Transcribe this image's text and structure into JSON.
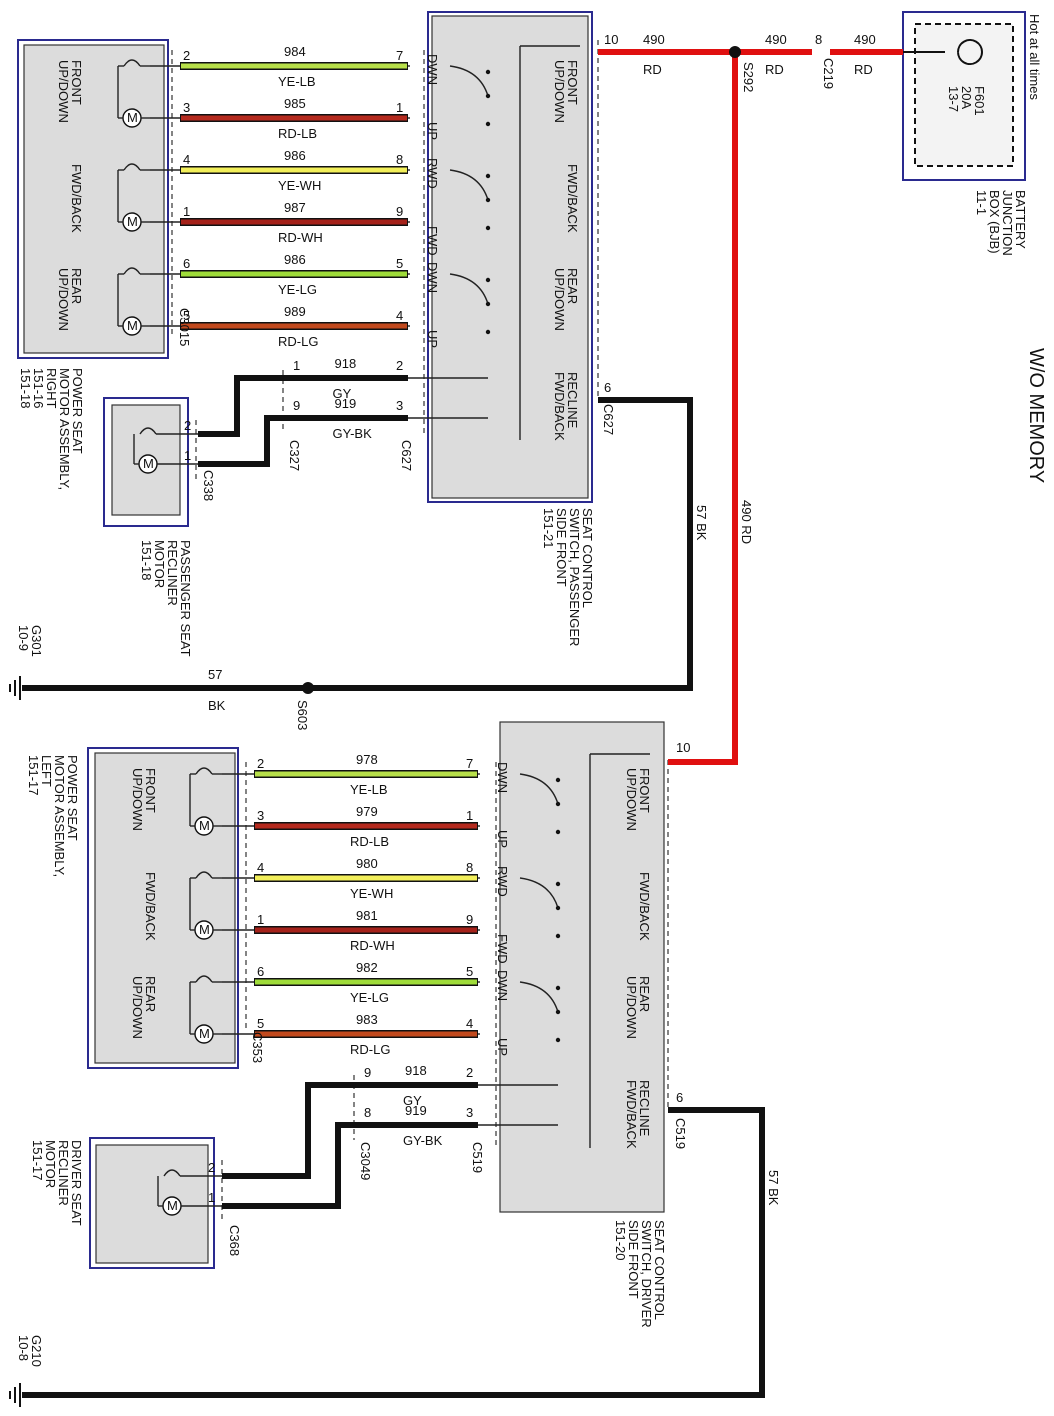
{
  "title": "W/O MEMORY",
  "hot_at_all_times": "Hot at all times",
  "bjb": {
    "fuse": "F601",
    "amp": "20A",
    "ref": "13-7",
    "line1": "BATTERY",
    "line2": "JUNCTION",
    "line3": "BOX (BJB)",
    "line4": "11-1"
  },
  "feed": {
    "wire": "490",
    "color": "RD",
    "pin_switch": "10",
    "pin_c219": "8",
    "c219": "C219",
    "splice": "S292",
    "vert_label": "490   RD"
  },
  "ground_p": {
    "wire": "57",
    "color": "BK",
    "vert_label": "57   BK",
    "splice": "S603",
    "gnd": "G301",
    "gnd_ref": "10-9",
    "pin": "6",
    "conn": "C627"
  },
  "ground_d": {
    "vert_label": "57   BK",
    "gnd": "G210",
    "gnd_ref": "10-8",
    "pin": "6",
    "conn": "C519"
  },
  "passenger": {
    "switch_label": [
      "SEAT CONTROL",
      "SWITCH, PASSENGER",
      "SIDE FRONT",
      "151-21"
    ],
    "motor_label": [
      "POWER SEAT",
      "MOTOR ASSEMBLY,",
      "RIGHT",
      "151-16",
      "151-18"
    ],
    "motor_conn": "C3015",
    "groups": [
      "FRONT\nUP/DOWN",
      "FWD/BACK",
      "REAR\nUP/DOWN"
    ],
    "switch_groups": [
      "FRONT\nUP/DOWN",
      "FWD/BACK",
      "REAR\nUP/DOWN",
      "RECLINE\nFWD/BACK"
    ],
    "dir_labels": [
      "DWN",
      "UP",
      "RWD",
      "FWD",
      "DWN",
      "UP"
    ],
    "wires": [
      {
        "num": "984",
        "color": "YE-LB",
        "lpin": "2",
        "rpin": "7",
        "hex": "#b8e04a"
      },
      {
        "num": "985",
        "color": "RD-LB",
        "lpin": "3",
        "rpin": "1",
        "hex": "#b52a1e"
      },
      {
        "num": "986",
        "color": "YE-WH",
        "lpin": "4",
        "rpin": "8",
        "hex": "#f2ef5a"
      },
      {
        "num": "987",
        "color": "RD-WH",
        "lpin": "1",
        "rpin": "9",
        "hex": "#a5221a"
      },
      {
        "num": "986",
        "color": "YE-LG",
        "lpin": "6",
        "rpin": "5",
        "hex": "#9fdc3a"
      },
      {
        "num": "989",
        "color": "RD-LG",
        "lpin": "5",
        "rpin": "4",
        "hex": "#c24a1e"
      }
    ],
    "recliner": {
      "label": [
        "PASSENGER SEAT",
        "RECLINER",
        "MOTOR",
        "151-18"
      ],
      "conn": "C338",
      "mid_conn": "C327",
      "sw_conn": "C627",
      "wires": [
        {
          "num": "918",
          "color": "GY",
          "mpin": "2",
          "cpin": "1",
          "rpin": "2"
        },
        {
          "num": "919",
          "color": "GY-BK",
          "mpin": "1",
          "cpin": "9",
          "rpin": "3"
        }
      ]
    }
  },
  "driver": {
    "switch_label": [
      "SEAT CONTROL",
      "SWITCH, DRIVER",
      "SIDE FRONT",
      "151-20"
    ],
    "motor_label": [
      "POWER SEAT",
      "MOTOR ASSEMBLY,",
      "LEFT",
      "151-17"
    ],
    "motor_conn": "C353",
    "groups": [
      "FRONT\nUP/DOWN",
      "FWD/BACK",
      "REAR\nUP/DOWN"
    ],
    "switch_groups": [
      "FRONT\nUP/DOWN",
      "FWD/BACK",
      "REAR\nUP/DOWN",
      "RECLINE\nFWD/BACK"
    ],
    "dir_labels": [
      "DWN",
      "UP",
      "RWD",
      "FWD",
      "DWN",
      "UP"
    ],
    "wires": [
      {
        "num": "978",
        "color": "YE-LB",
        "lpin": "2",
        "rpin": "7",
        "hex": "#b8e04a"
      },
      {
        "num": "979",
        "color": "RD-LB",
        "lpin": "3",
        "rpin": "1",
        "hex": "#b52a1e"
      },
      {
        "num": "980",
        "color": "YE-WH",
        "lpin": "4",
        "rpin": "8",
        "hex": "#f2ef5a"
      },
      {
        "num": "981",
        "color": "RD-WH",
        "lpin": "1",
        "rpin": "9",
        "hex": "#a5221a"
      },
      {
        "num": "982",
        "color": "YE-LG",
        "lpin": "6",
        "rpin": "5",
        "hex": "#9fdc3a"
      },
      {
        "num": "983",
        "color": "RD-LG",
        "lpin": "5",
        "rpin": "4",
        "hex": "#c24a1e"
      }
    ],
    "recliner": {
      "label": [
        "DRIVER SEAT",
        "RECLINER",
        "MOTOR",
        "151-17"
      ],
      "conn": "C368",
      "mid_conn": "C3049",
      "sw_conn": "C519",
      "wires": [
        {
          "num": "918",
          "color": "GY",
          "mpin": "2",
          "cpin": "9",
          "rpin": "2"
        },
        {
          "num": "919",
          "color": "GY-BK",
          "mpin": "1",
          "cpin": "8",
          "rpin": "3"
        }
      ]
    }
  }
}
